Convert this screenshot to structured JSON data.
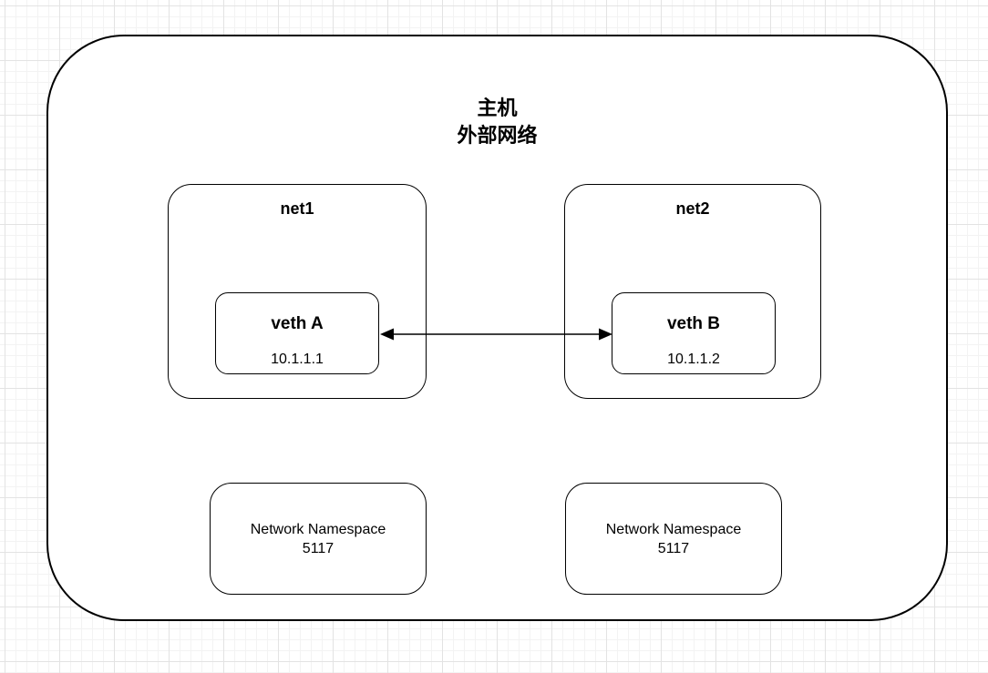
{
  "colors": {
    "stroke": "#000000",
    "fill": "#ffffff",
    "text": "#000000",
    "grid_minor": "#f3f3f3",
    "grid_major": "#e3e3e3"
  },
  "diagram": {
    "host": {
      "title_line1": "主机",
      "title_line2": "外部网络"
    },
    "namespaces": [
      {
        "label": "net1",
        "veth": {
          "name": "veth A",
          "ip": "10.1.1.1"
        }
      },
      {
        "label": "net2",
        "veth": {
          "name": "veth B",
          "ip": "10.1.1.2"
        }
      }
    ],
    "namespace_ids": [
      {
        "line1": "Network Namespace",
        "line2": "5117"
      },
      {
        "line1": "Network Namespace",
        "line2": "5117"
      }
    ],
    "connection": {
      "type": "bidirectional",
      "from": "veth A",
      "to": "veth B"
    }
  }
}
